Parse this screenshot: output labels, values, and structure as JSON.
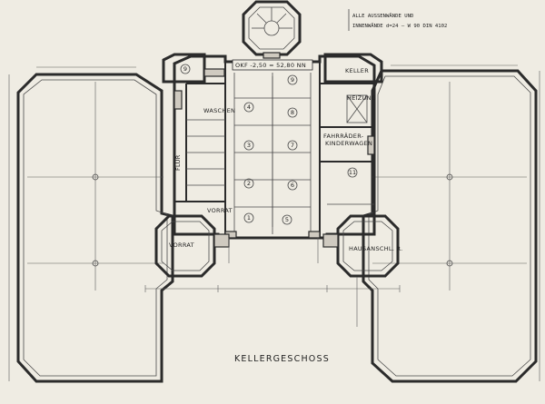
{
  "title": "KELLERGESCHOSS",
  "note": {
    "line1": "ALLE AUSSENWÄNDE UND",
    "line2": "INNENWÄNDE  d=24 — W 90 DIN 4102"
  },
  "level": "OKF -2,50 = 52,80 NN",
  "rooms": {
    "keller": "KELLER",
    "heizung": "HEIZUNG",
    "fahrraeder1": "FAHRRÄDER-",
    "fahrraeder2": "KINDERWAGEN",
    "waschen": "WASCHEN",
    "flur": "FLUR",
    "vorrat_inner": "VORRAT",
    "vorrat_tower": "VORRAT",
    "hausanschl": "HAUSANSCHL. R."
  },
  "cells": [
    "1",
    "2",
    "3",
    "4",
    "5",
    "6",
    "7",
    "8",
    "9",
    "9",
    "11"
  ]
}
